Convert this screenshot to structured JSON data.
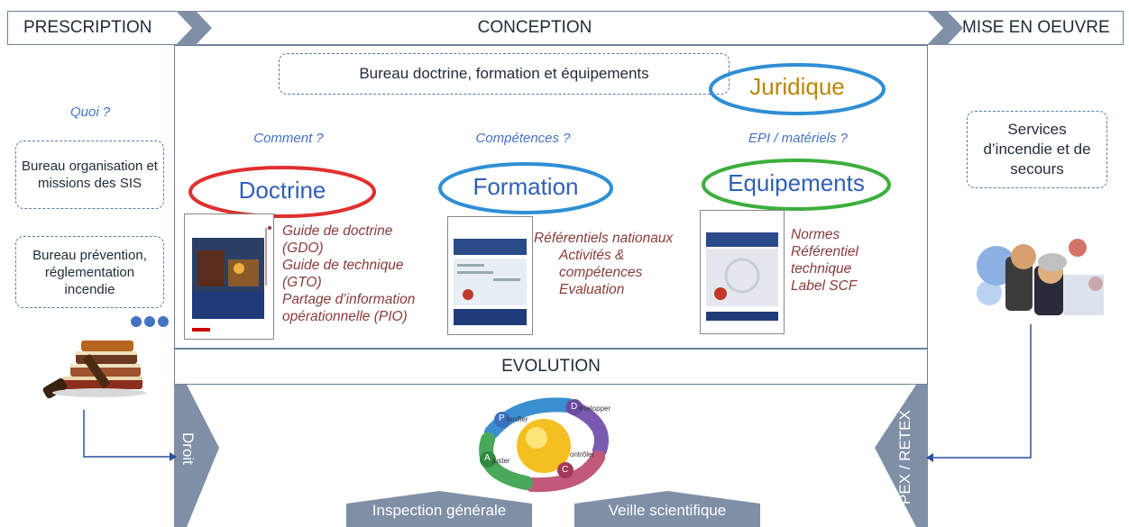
{
  "header": {
    "prescription": "PRESCRIPTION",
    "conception": "CONCEPTION",
    "mise_en_oeuvre": "MISE EN OEUVRE"
  },
  "left": {
    "quoi": "Quoi ?",
    "box1": "Bureau organisation et missions des SIS",
    "box2": "Bureau prévention, réglementation incendie"
  },
  "center": {
    "bureau": "Bureau doctrine, formation et équipements",
    "juridique": "Juridique",
    "columns": [
      {
        "question": "Comment ?",
        "title": "Doctrine",
        "color": "#e03030",
        "items": [
          "Guide de doctrine (GDO)",
          "Guide de technique (GTO)",
          "Partage d’information opérationnelle (PIO)"
        ]
      },
      {
        "question": "Compétences ?",
        "title": "Formation",
        "color": "#2f8fd6",
        "items": [
          "Référentiels nationaux",
          "Activités & compétences",
          "Evaluation"
        ]
      },
      {
        "question": "EPI / matériels ?",
        "title": "Equipements",
        "color": "#3cae3c",
        "items": [
          "Normes",
          "Référentiel technique",
          "Label SCF"
        ]
      }
    ],
    "evolution": "EVOLUTION"
  },
  "right": {
    "box": "Services d’incendie et de secours"
  },
  "bottom": {
    "droit": "Droit",
    "pex": "PEX / RETEX",
    "inspection": "Inspection générale",
    "veille": "Veille scientifique",
    "pdca": {
      "p": "P",
      "p_word": "lanifier",
      "d": "D",
      "d_word": "évelopper",
      "c": "C",
      "c_word": "ontrôler",
      "a": "A",
      "a_word": "juster"
    }
  },
  "colors": {
    "frame": "#6b7f9c",
    "slate": "#7f8fa6",
    "juridique": "#b8860b",
    "blue_ring": "#2f8fd6"
  }
}
